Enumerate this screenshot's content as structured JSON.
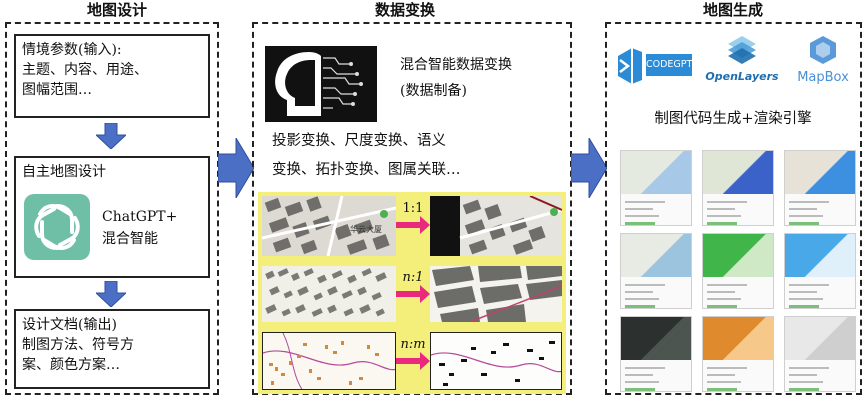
{
  "titles": {
    "map_design": "地图设计",
    "data_transform": "数据变换",
    "map_generation": "地图生成"
  },
  "left": {
    "box1_lines": [
      "情境参数(输入):",
      "主题、内容、用途、",
      "图幅范围…"
    ],
    "box2_title": "自主地图设计",
    "box2_logo_text": [
      "ChatGPT+",
      "混合智能"
    ],
    "box3_lines": [
      "设计文档(输出)",
      "制图方法、符号方",
      "案、颜色方案…"
    ]
  },
  "middle": {
    "headline": [
      "混合智能数据变换",
      "(数据制备)"
    ],
    "operations": [
      "投影变换、尺度变换、语义",
      "变换、拓扑变换、图属关联…"
    ],
    "ratios": [
      "1:1",
      "n:1",
      "n:m"
    ],
    "map_label": "华云大厦"
  },
  "right": {
    "logos": [
      "CODEGPT",
      "OpenLayers",
      "MapBox"
    ],
    "caption": "制图代码生成+渲染引擎"
  },
  "colors": {
    "arrow_blue": "#4a6fc4",
    "arrow_blue_dark": "#2f4f9e",
    "band_yellow": "#f3ef7a",
    "pink_arrow": "#e8297e",
    "codegpt_blue": "#1f77c4",
    "openlayers_blue": "#1f6fb0",
    "mapbox_blue": "#4a90d9"
  }
}
